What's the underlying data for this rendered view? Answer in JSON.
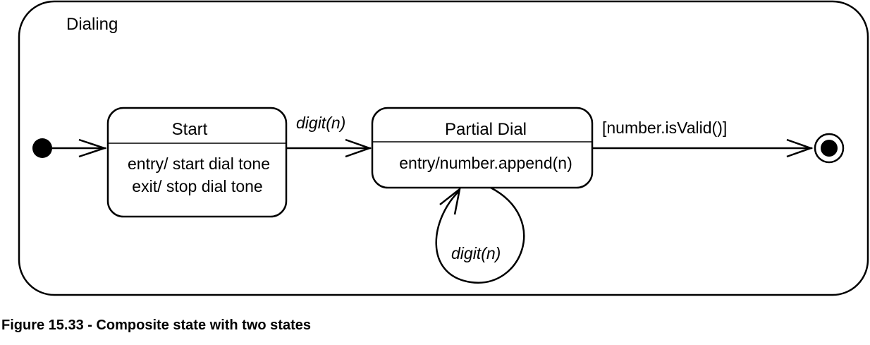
{
  "composite_state": {
    "name": "Dialing"
  },
  "states": [
    {
      "name": "Start",
      "activities": [
        "entry/ start dial tone",
        "exit/ stop dial tone"
      ]
    },
    {
      "name": "Partial Dial",
      "activities": [
        "entry/number.append(n)"
      ]
    }
  ],
  "transitions": {
    "start_to_partial": "digit(n)",
    "self_loop": "digit(n)",
    "partial_to_final": "[number.isValid()]"
  },
  "caption": "Figure 15.33 - Composite state with two states"
}
